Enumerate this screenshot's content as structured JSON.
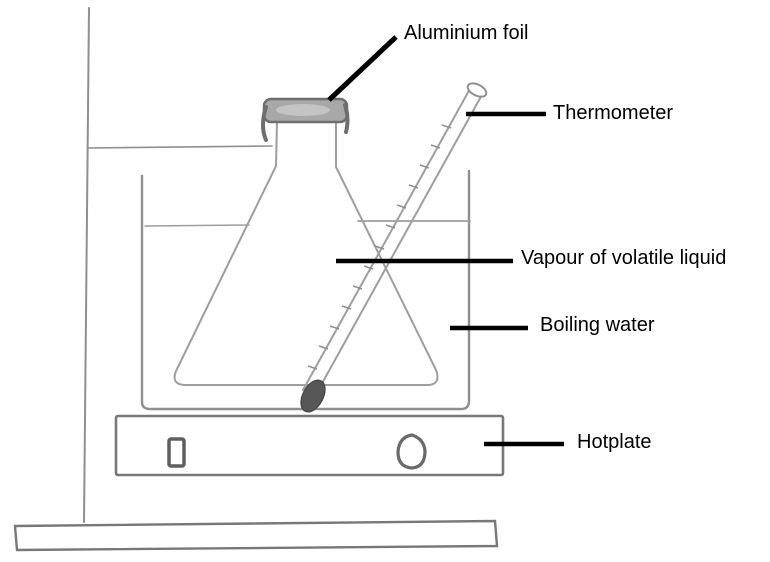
{
  "diagram": {
    "labels": {
      "aluminium_foil": "Aluminium foil",
      "thermometer": "Thermometer",
      "vapour": "Vapour of volatile liquid",
      "boiling_water": "Boiling water",
      "hotplate": "Hotplate"
    },
    "colors": {
      "background": "#ffffff",
      "sketch_stroke": "#8f8f8f",
      "sketch_stroke_light": "#9e9e9e",
      "annotation_black": "#000000",
      "foil_fill": "#a8a8a8",
      "foil_highlight": "#c9c9c9",
      "thermometer_bulb": "#575757",
      "hotplate_outline": "#787878"
    }
  }
}
